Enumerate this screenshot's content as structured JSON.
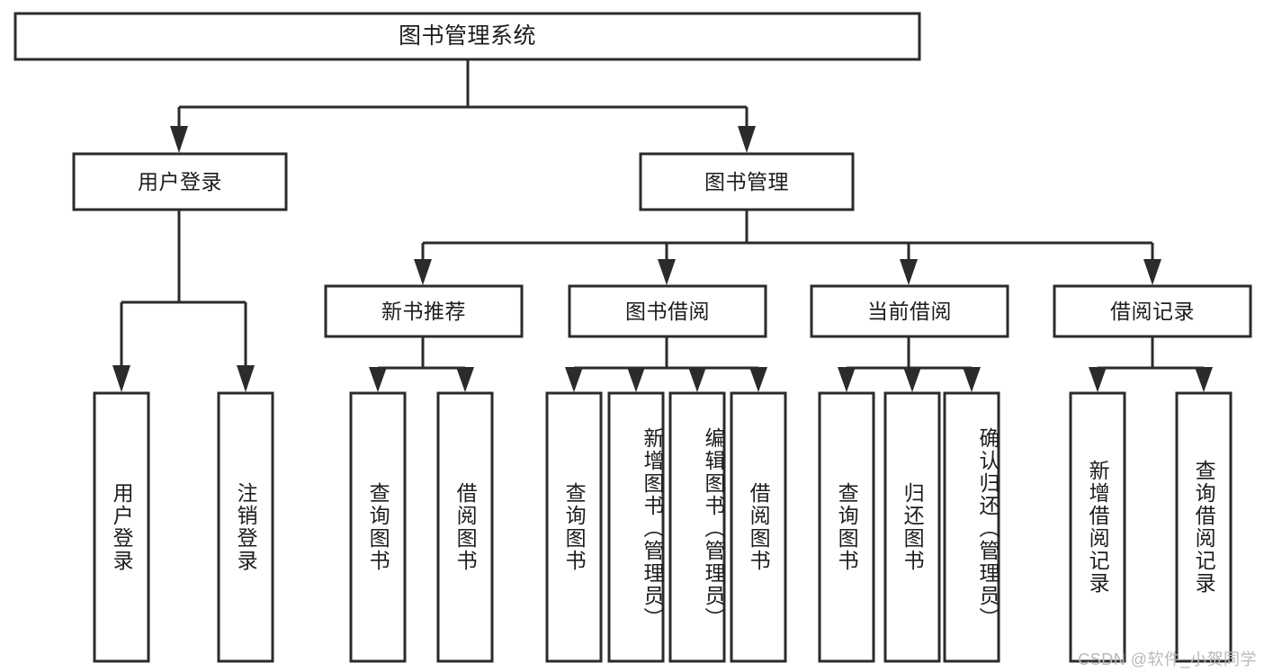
{
  "diagram": {
    "type": "tree-hierarchy-chart",
    "title": "图书管理系统",
    "watermark": "CSDN @软件_小贺同学",
    "root": {
      "id": "root",
      "label": "图书管理系统",
      "orientation": "horizontal"
    },
    "level2": [
      {
        "id": "user-login",
        "label": "用户登录",
        "orientation": "horizontal"
      },
      {
        "id": "book-manage",
        "label": "图书管理",
        "orientation": "horizontal"
      }
    ],
    "level3": [
      {
        "id": "new-book-recommend",
        "label": "新书推荐",
        "orientation": "horizontal",
        "parent": "book-manage"
      },
      {
        "id": "book-borrow",
        "label": "图书借阅",
        "orientation": "horizontal",
        "parent": "book-manage"
      },
      {
        "id": "current-borrow",
        "label": "当前借阅",
        "orientation": "horizontal",
        "parent": "book-manage"
      },
      {
        "id": "borrow-record",
        "label": "借阅记录",
        "orientation": "horizontal",
        "parent": "book-manage"
      }
    ],
    "leaves": [
      {
        "id": "leaf-user-login",
        "label": "用户登录",
        "parent": "user-login",
        "orientation": "vertical"
      },
      {
        "id": "leaf-user-logout",
        "label": "注销登录",
        "parent": "user-login",
        "orientation": "vertical"
      },
      {
        "id": "leaf-query-book-1",
        "label": "查询图书",
        "parent": "new-book-recommend",
        "orientation": "vertical"
      },
      {
        "id": "leaf-borrow-book-1",
        "label": "借阅图书",
        "parent": "new-book-recommend",
        "orientation": "vertical"
      },
      {
        "id": "leaf-query-book-2",
        "label": "查询图书",
        "parent": "book-borrow",
        "orientation": "vertical"
      },
      {
        "id": "leaf-add-book",
        "label": "新增图书（管理员）",
        "parent": "book-borrow",
        "orientation": "vertical"
      },
      {
        "id": "leaf-edit-book",
        "label": "编辑图书（管理员）",
        "parent": "book-borrow",
        "orientation": "vertical"
      },
      {
        "id": "leaf-borrow-book-2",
        "label": "借阅图书",
        "parent": "book-borrow",
        "orientation": "vertical"
      },
      {
        "id": "leaf-query-book-3",
        "label": "查询图书",
        "parent": "current-borrow",
        "orientation": "vertical"
      },
      {
        "id": "leaf-return-book",
        "label": "归还图书",
        "parent": "current-borrow",
        "orientation": "vertical"
      },
      {
        "id": "leaf-confirm-return",
        "label": "确认归还（管理员）",
        "parent": "current-borrow",
        "orientation": "vertical"
      },
      {
        "id": "leaf-add-record",
        "label": "新增借阅记录",
        "parent": "borrow-record",
        "orientation": "vertical"
      },
      {
        "id": "leaf-query-record",
        "label": "查询借阅记录",
        "parent": "borrow-record",
        "orientation": "vertical"
      }
    ],
    "colors": {
      "stroke": "#2b2b2b",
      "fill": "#ffffff",
      "text": "#1d1d1d",
      "watermark": "#b9b9b9",
      "background": "#ffffff"
    }
  }
}
